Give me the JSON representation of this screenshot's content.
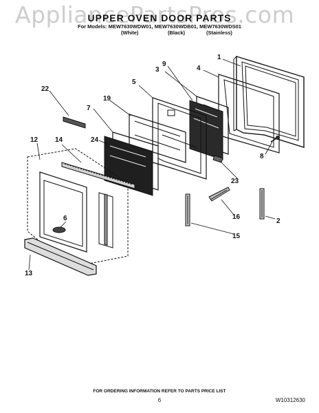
{
  "watermark": "AppliancePartsPros.com",
  "header": {
    "title": "UPPER OVEN DOOR PARTS",
    "models_line": "For Models: MEW7630WDW01, MEW7630WDB01, MEW7630WDS01",
    "variants": [
      "(White)",
      "(Black)",
      "(Stainless)"
    ]
  },
  "callouts": [
    "1",
    "2",
    "3",
    "4",
    "5",
    "6",
    "7",
    "8",
    "9",
    "12",
    "13",
    "14",
    "15",
    "16",
    "19",
    "22",
    "23",
    "24"
  ],
  "footer": {
    "ordering_note": "FOR ORDERING INFORMATION REFER TO PARTS PRICE LIST",
    "page_number": "6",
    "document_number": "W10312630"
  }
}
